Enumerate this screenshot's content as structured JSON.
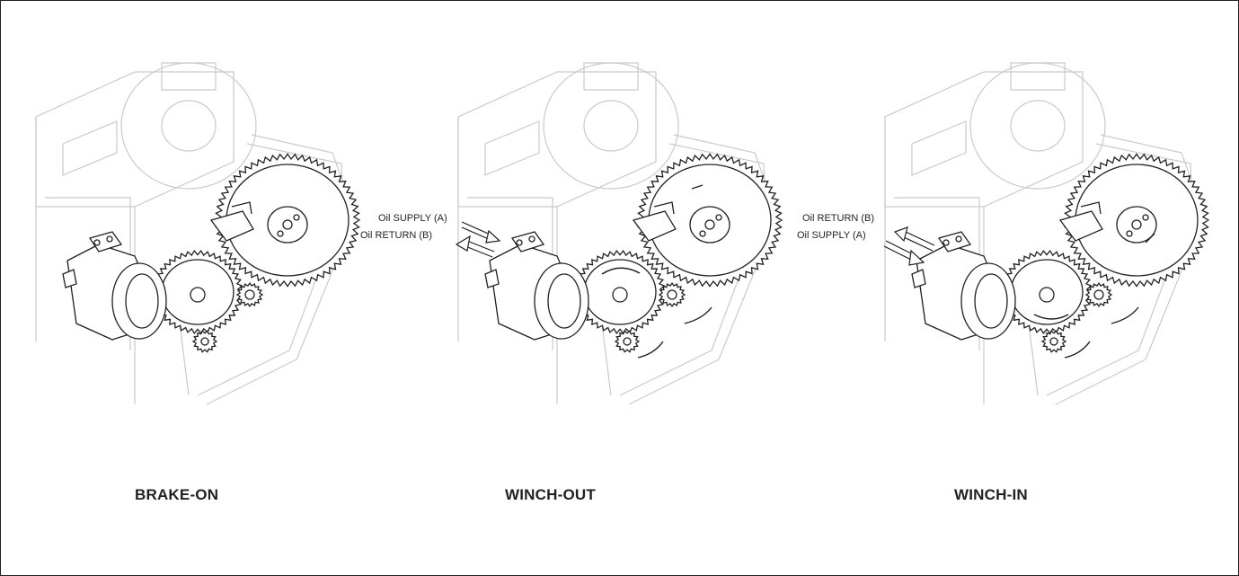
{
  "panels": [
    {
      "caption": "BRAKE-ON",
      "callouts": []
    },
    {
      "caption": "WINCH-OUT",
      "callouts": [
        "Oil SUPPLY (A)",
        "Oil RETURN (B)"
      ]
    },
    {
      "caption": "WINCH-IN",
      "callouts": [
        "Oil RETURN (B)",
        "Oil SUPPLY (A)"
      ]
    }
  ]
}
